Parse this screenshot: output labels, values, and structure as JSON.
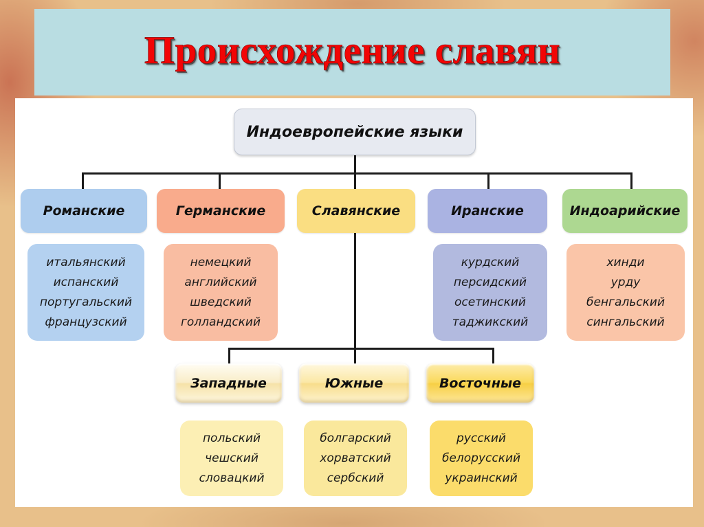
{
  "slide": {
    "title": "Происхождение славян",
    "title_color": "#f20505",
    "title_band_color": "#b9dde2",
    "canvas_color": "#ffffff",
    "frame_style": "parchment-wood-border"
  },
  "diagram": {
    "type": "tree",
    "root": {
      "label": "Индоевропейские языки",
      "color": "#e7eaf1"
    },
    "branches": [
      {
        "label": "Романские",
        "header_color": "#aecdee",
        "list_color": "#b4d1f0",
        "languages": [
          "итальянский",
          "испанский",
          "португальский",
          "французский"
        ]
      },
      {
        "label": "Германские",
        "header_color": "#f9ab8c",
        "list_color": "#f9bda2",
        "languages": [
          "немецкий",
          "английский",
          "шведский",
          "голландский"
        ]
      },
      {
        "label": "Славянские",
        "header_color": "#fade82",
        "list_color": "#fae89c",
        "languages": []
      },
      {
        "label": "Иранские",
        "header_color": "#aab3e2",
        "list_color": "#b2badf",
        "languages": [
          "курдский",
          "персидский",
          "осетинский",
          "таджикский"
        ]
      },
      {
        "label": "Индоарийские",
        "header_color": "#add891",
        "list_color": "#fac5a8",
        "languages": [
          "хинди",
          "урду",
          "бенгальский",
          "сингальский"
        ]
      }
    ],
    "slavic_subgroups": [
      {
        "label": "Западные",
        "header_color": "#faf0cd",
        "list_color": "#fcefb4",
        "languages": [
          "польский",
          "чешский",
          "словацкий"
        ]
      },
      {
        "label": "Южные",
        "header_color": "#fbe6a2",
        "list_color": "#fae89c",
        "languages": [
          "болгарский",
          "хорватский",
          "сербский"
        ]
      },
      {
        "label": "Восточные",
        "header_color": "#fad75e",
        "list_color": "#fbdc6b",
        "languages": [
          "русский",
          "белорусский",
          "украинский"
        ]
      }
    ]
  }
}
